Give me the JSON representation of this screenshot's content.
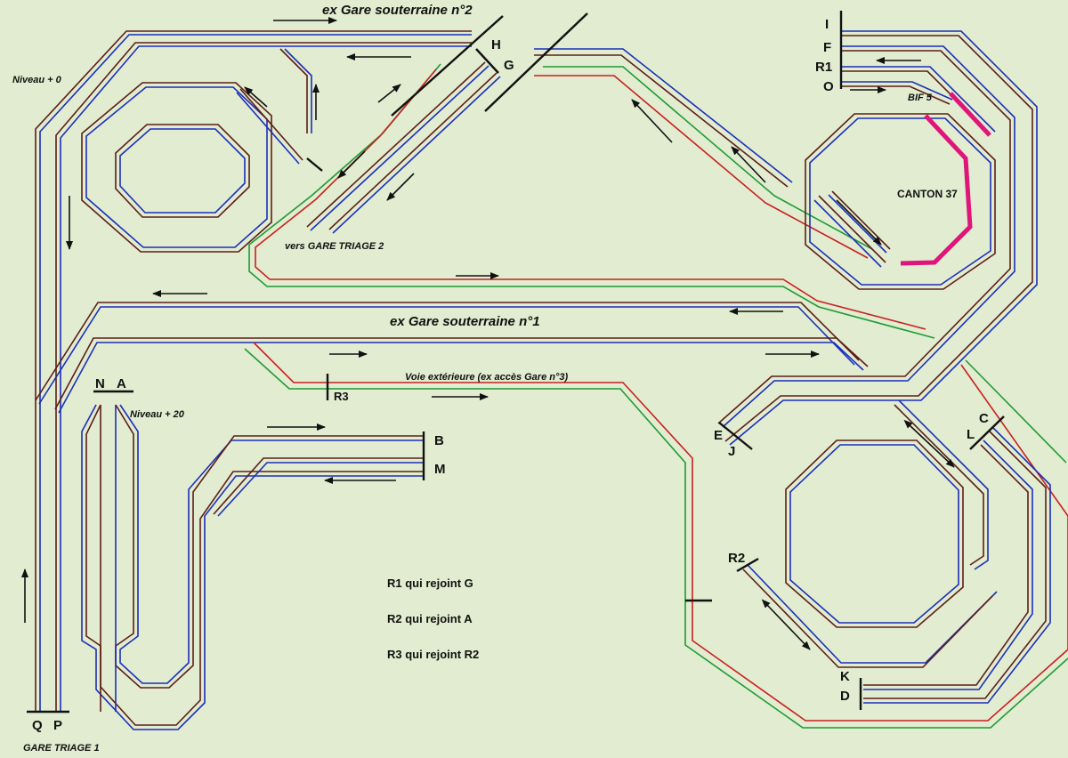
{
  "labels": {
    "H": "H",
    "G": "G",
    "I": "I",
    "F": "F",
    "R1": "R1",
    "O": "O",
    "E": "E",
    "J": "J",
    "C": "C",
    "L": "L",
    "R2": "R2",
    "K": "K",
    "D": "D",
    "N": "N",
    "A": "A",
    "B": "B",
    "M": "M",
    "R3": "R3",
    "Q": "Q",
    "P": "P"
  },
  "titles": {
    "gare_sout_2": "ex Gare souterraine n°2",
    "gare_sout_1": "ex Gare souterraine n°1",
    "niveau_0": "Niveau + 0",
    "niveau_20": "Niveau + 20",
    "vers_gare_triage_2": "vers GARE TRIAGE 2",
    "voie_exterieure": "Voie extérieure (ex accès Gare n°3)",
    "gare_triage_1": "GARE TRIAGE 1",
    "bif_5": "BIF 5",
    "canton_37": "CANTON 37"
  },
  "notes": {
    "r1": "R1 qui rejoint G",
    "r2": "R2 qui rejoint A",
    "r3": "R3 qui rejoint R2"
  },
  "colors": {
    "background": "#e1ecd0",
    "rail_blue": "#1c2fb8",
    "rail_brown": "#5e1e16",
    "rail_red": "#c82020",
    "rail_green": "#1f9a35",
    "canton_highlight": "#e0157a",
    "marker": "#111111"
  }
}
